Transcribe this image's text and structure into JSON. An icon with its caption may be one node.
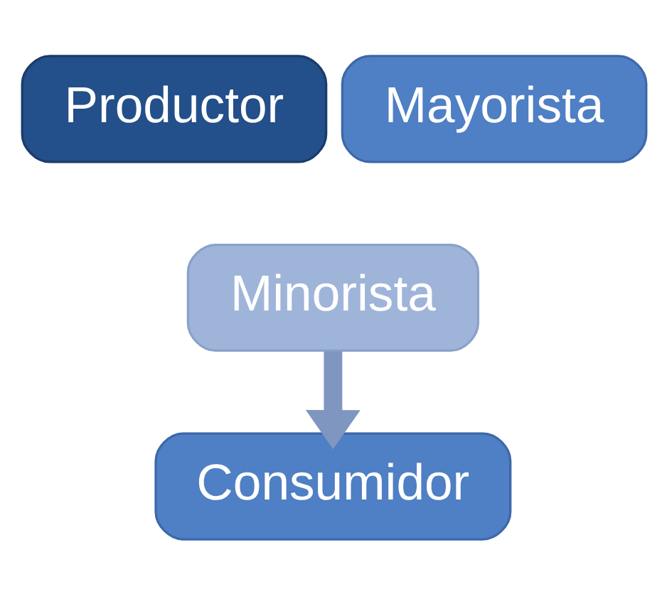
{
  "diagram": {
    "nodes": [
      {
        "text": [
          "Productor"
        ]
      },
      {
        "text": [
          "Mayorista"
        ]
      },
      {
        "text": [
          "Minorista"
        ]
      },
      {
        "text": [
          "Consumidor"
        ]
      }
    ],
    "edges": [
      {
        "from": 2,
        "to": 3,
        "arrow": "to"
      }
    ]
  }
}
